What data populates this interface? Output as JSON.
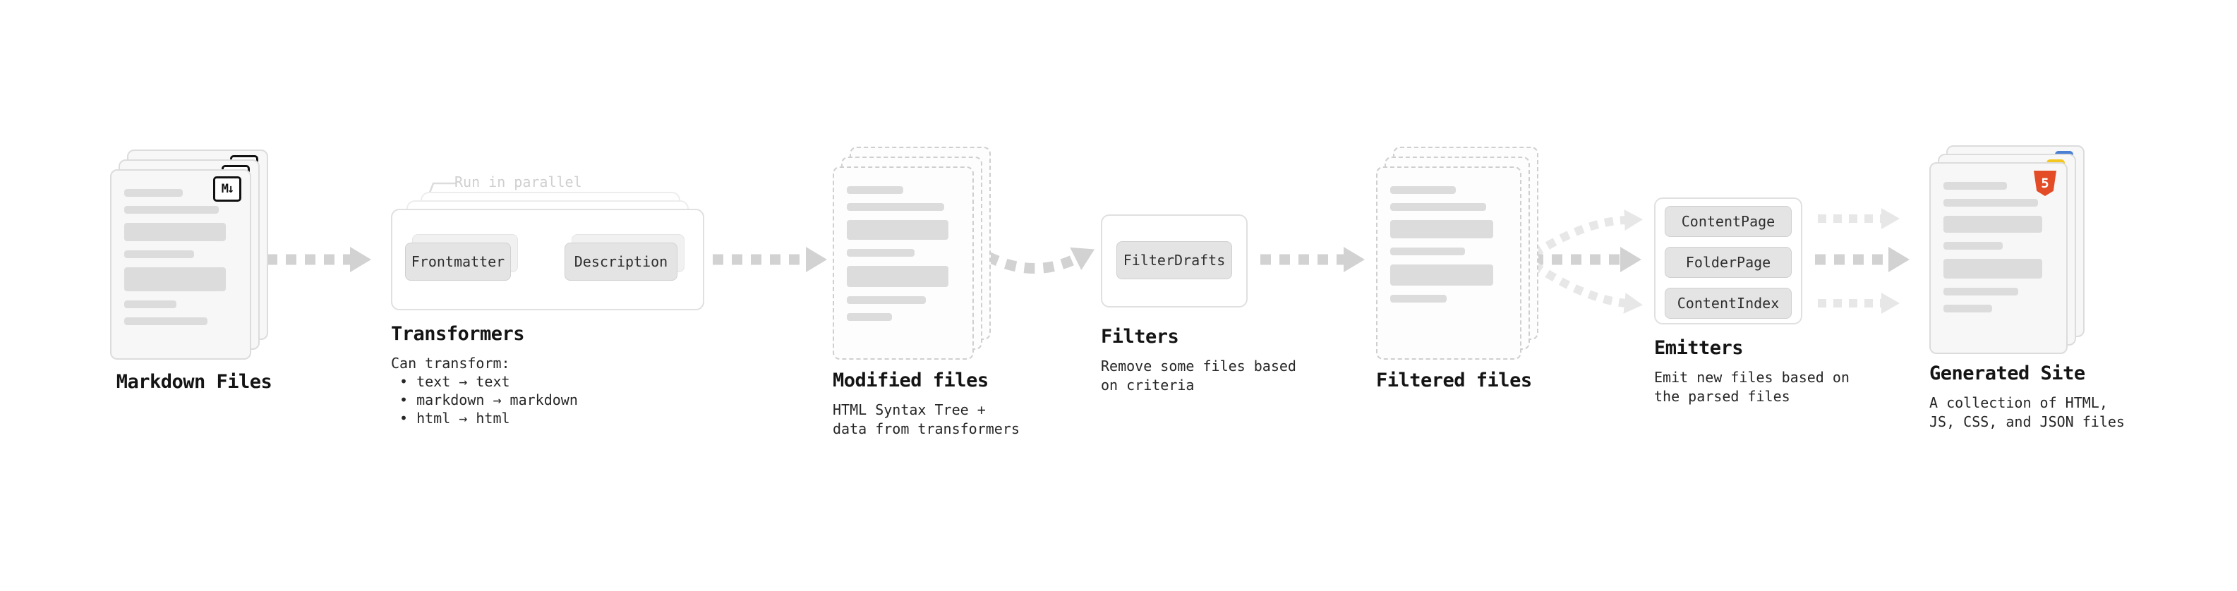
{
  "diagram": {
    "markdown_files": {
      "label": "Markdown Files",
      "badge": "M↓"
    },
    "transformers": {
      "annotation": "Run in parallel",
      "buttons": [
        "Frontmatter",
        "Description"
      ],
      "label": "Transformers",
      "desc_title": "Can transform:",
      "bullets": [
        "• text → text",
        "• markdown → markdown",
        "• html → html"
      ]
    },
    "modified_files": {
      "label": "Modified files",
      "desc": "HTML Syntax Tree +\ndata from transformers"
    },
    "filters": {
      "button": "FilterDrafts",
      "label": "Filters",
      "desc": "Remove some files based\non criteria"
    },
    "filtered_files": {
      "label": "Filtered files"
    },
    "emitters": {
      "buttons": [
        "ContentPage",
        "FolderPage",
        "ContentIndex"
      ],
      "label": "Emitters",
      "desc": "Emit new files based on\nthe parsed files"
    },
    "generated_site": {
      "label": "Generated Site",
      "badge": "5",
      "desc": "A collection of HTML,\nJS, CSS, and JSON files"
    }
  },
  "colors": {
    "arrow_main": "#d2d2d2",
    "arrow_faint": "#e7e7e7",
    "card_bg": "#f7f7f7",
    "card_border": "#dcdcdc",
    "bar_fill": "#dcdcdc",
    "button_bg": "#e4e4e4",
    "html_orange": "#e34c26",
    "js_yellow": "#f3c71f",
    "css_blue": "#4a7fd4",
    "text_dark": "#141414",
    "annotation_gray": "#cfcfcf"
  }
}
